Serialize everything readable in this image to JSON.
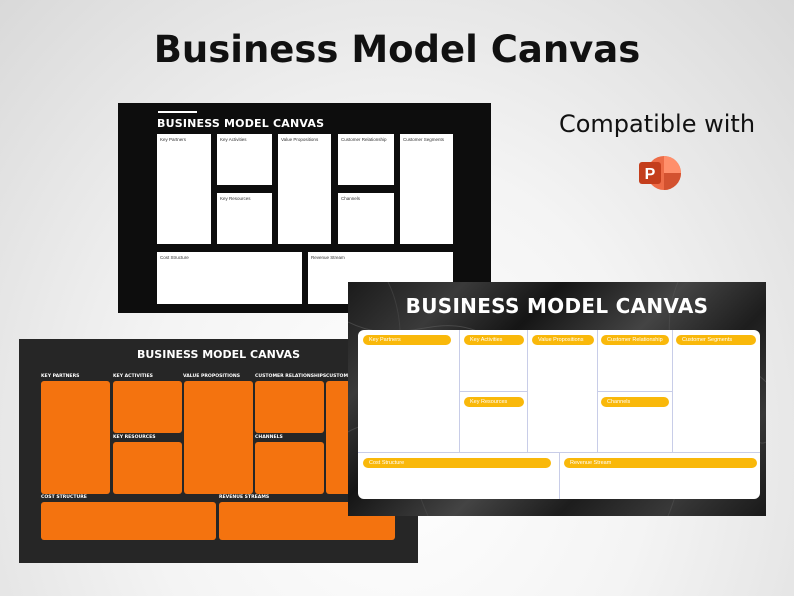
{
  "headline": "Business Model Canvas",
  "compatible_label": "Compatible with",
  "app_icon": {
    "name": "powerpoint-icon",
    "letter": "P",
    "colors": [
      "#ff8f6b",
      "#ed6c47",
      "#c43e1c"
    ]
  },
  "slide1": {
    "title": "BUSINESS MODEL CANVAS",
    "background": "#0d0d0d",
    "labels": {
      "key_partners": "Key Partners",
      "key_activities": "Key Activities",
      "value_propositions": "Value Propositions",
      "customer_relationship": "Customer Relationship",
      "customer_segments": "Customer Segments",
      "key_resources": "Key Resources",
      "channels": "Channels",
      "cost_structure": "Cost Structure",
      "revenue_stream": "Revenue Stream"
    }
  },
  "slide2": {
    "title": "BUSINESS MODEL CANVAS",
    "accent": "#f4730f",
    "labels": {
      "key_partners": "KEY PARTNERS",
      "key_activities": "KEY ACTIVITIES",
      "value_propositions": "VALUE PROPOSITIONS",
      "customer_relationships": "CUSTOMER RELATIONSHIPS",
      "customer_segments": "CUSTOME",
      "key_resources": "KEY RESOURCES",
      "channels": "CHANNELS",
      "cost_structure": "COST STRUCTURE",
      "revenue_streams": "REVENUE STREAMS"
    }
  },
  "slide3": {
    "title": "BUSINESS MODEL CANVAS",
    "accent": "#f9b80a",
    "labels": {
      "key_partners": "Key Partners",
      "key_activities": "Key Activities",
      "value_propositions": "Value Propositions",
      "customer_relationship": "Customer Relationship",
      "customer_segments": "Customer Segments",
      "key_resources": "Key Resources",
      "channels": "Channels",
      "cost_structure": "Cost Structure",
      "revenue_stream": "Revenue Stream"
    }
  }
}
